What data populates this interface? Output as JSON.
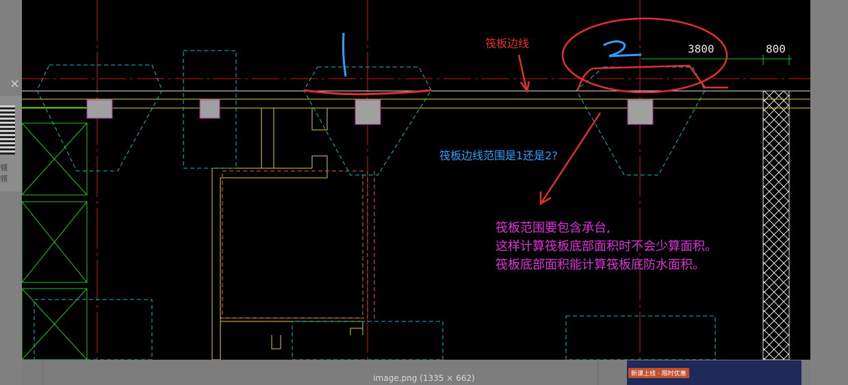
{
  "viewer": {
    "caption": "image.png (1335 × 662)",
    "close_glyph": "×",
    "side_text": "领\n领"
  },
  "drawing": {
    "annotation_1": "1",
    "annotation_2": "2",
    "raft_edge_label": "筏板边线",
    "question": "筏板边线范围是1还是2?",
    "dim_3800": "3800",
    "dim_800": "800",
    "answer": {
      "line1": "筏板范围要包含承台,",
      "line2": "这样计算筏板底部面积时不会少算面积。",
      "line3": "筏板底部面积能计算筏板底防水面积。"
    },
    "colors": {
      "background": "#000000",
      "axis_red": "#c81e1e",
      "pile_cap_cyan": "#1fb8c8",
      "wall_yellow": "#e0d23a",
      "grid_green": "#1fc81f",
      "column_fill": "#a0a0a0",
      "column_border": "#b020b0",
      "annotation_blue": "#2aa2ff",
      "annotation_red": "#e23030",
      "answer_magenta": "#e030e0"
    }
  },
  "ad": {
    "badge": "新课上线 · 限时优惠"
  }
}
